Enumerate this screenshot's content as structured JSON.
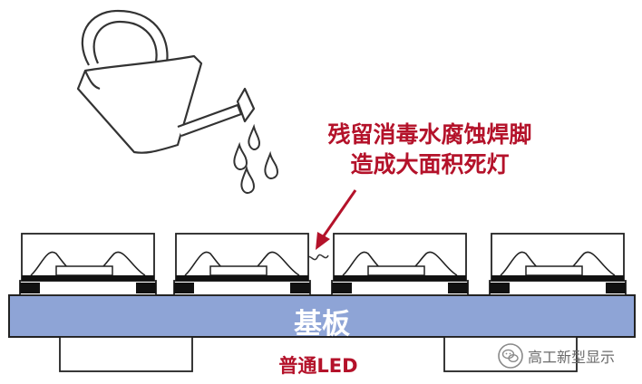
{
  "annotation": {
    "line1": "残留消毒水腐蚀焊脚",
    "line2": "造成大面积死灯"
  },
  "substrate": {
    "label": "基板"
  },
  "caption": "普通LED",
  "watermark": {
    "text": "高工新型显示",
    "icon": "wechat-icon"
  },
  "colors": {
    "annotation": "#b4122a",
    "substrate": "#8ea4d6",
    "outline": "#222222",
    "pad": "#111111"
  }
}
